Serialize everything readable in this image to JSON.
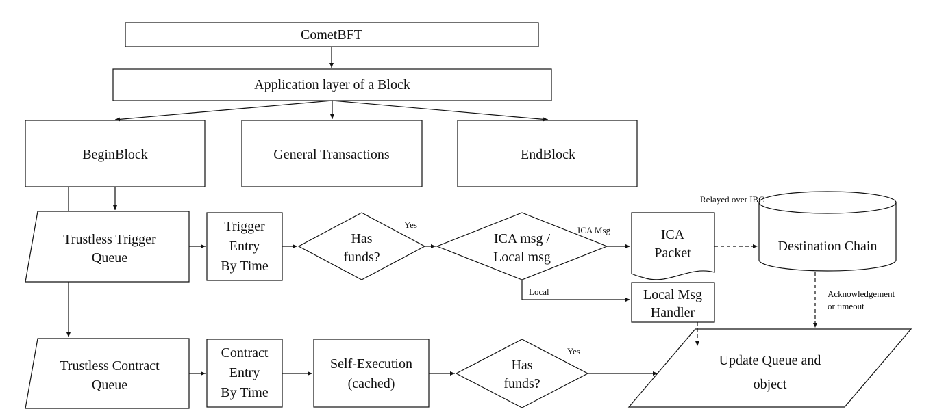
{
  "nodes": {
    "cometbft": "CometBFT",
    "app_layer": "Application layer of a Block",
    "begin_block": "BeginBlock",
    "general_tx": "General Transactions",
    "end_block": "EndBlock",
    "trigger_queue": [
      "Trustless Trigger",
      "Queue"
    ],
    "trigger_entry": [
      "Trigger",
      "Entry",
      "By Time"
    ],
    "has_funds_1": [
      "Has",
      "funds?"
    ],
    "ica_or_local": [
      "ICA msg /",
      "Local msg"
    ],
    "ica_packet": [
      "ICA",
      "Packet"
    ],
    "destination": "Destination Chain",
    "local_handler": [
      "Local Msg",
      "Handler"
    ],
    "contract_queue": [
      "Trustless Contract",
      "Queue"
    ],
    "contract_entry": [
      "Contract",
      "Entry",
      "By Time"
    ],
    "self_exec": [
      "Self-Execution",
      "(cached)"
    ],
    "has_funds_2": [
      "Has",
      "funds?"
    ],
    "update_queue": [
      "Update Queue and",
      "object"
    ]
  },
  "edge_labels": {
    "yes_1": "Yes",
    "ica_msg": "ICA Msg",
    "local": "Local",
    "relayed": "Relayed over  IBC",
    "ack": [
      "Acknowledgement",
      "or timeout"
    ],
    "yes_2": "Yes"
  }
}
